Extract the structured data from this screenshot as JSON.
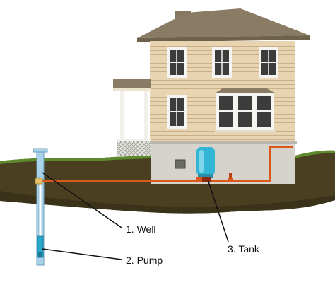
{
  "labels": {
    "well": "1. Well",
    "pump": "2. Pump",
    "tank": "3. Tank"
  },
  "colors": {
    "siding": "#e8d4b0",
    "roof": "#8a7b64",
    "soil": "#4a4021",
    "grass": "#5c8a2c",
    "foundation": "#d5d3cc",
    "tank": "#33b6d5",
    "pipe": "#d9581c",
    "well_casing": "#a9d3ea"
  }
}
